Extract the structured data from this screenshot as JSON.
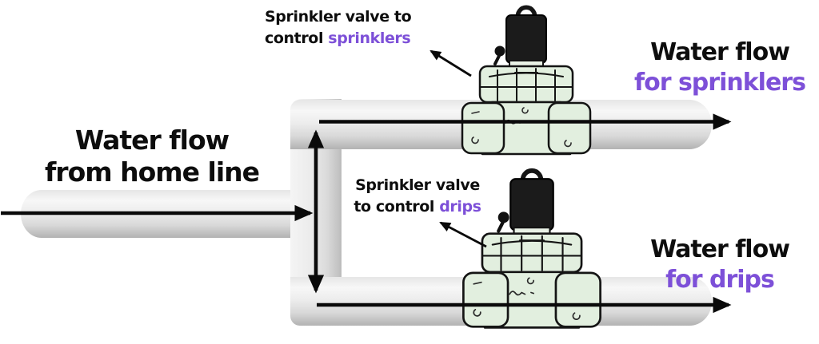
{
  "diagram": {
    "home_label": {
      "line1": "Water flow",
      "line2": "from home line"
    },
    "sprinkler_annotation": {
      "line1": "Sprinkler valve to",
      "line2_prefix": "control ",
      "line2_highlight": "sprinklers"
    },
    "drip_annotation": {
      "line1": "Sprinkler valve",
      "line2_prefix": "to control ",
      "line2_highlight": "drips"
    },
    "sprinkler_flow_label": {
      "line1": "Water flow",
      "line2": "for sprinklers"
    },
    "drip_flow_label": {
      "line1": "Water flow",
      "line2": "for drips"
    }
  },
  "colors": {
    "background": "#ffffff",
    "text_black": "#0d0d0d",
    "highlight_purple": "#7d50d8",
    "pipe_gray_light": "#f6f6f6",
    "pipe_gray_dark": "#b2b2b2",
    "valve_body_green": "#e2efdf",
    "solenoid_black": "#1b1b1b",
    "arrow_black": "#0a0a0a"
  }
}
